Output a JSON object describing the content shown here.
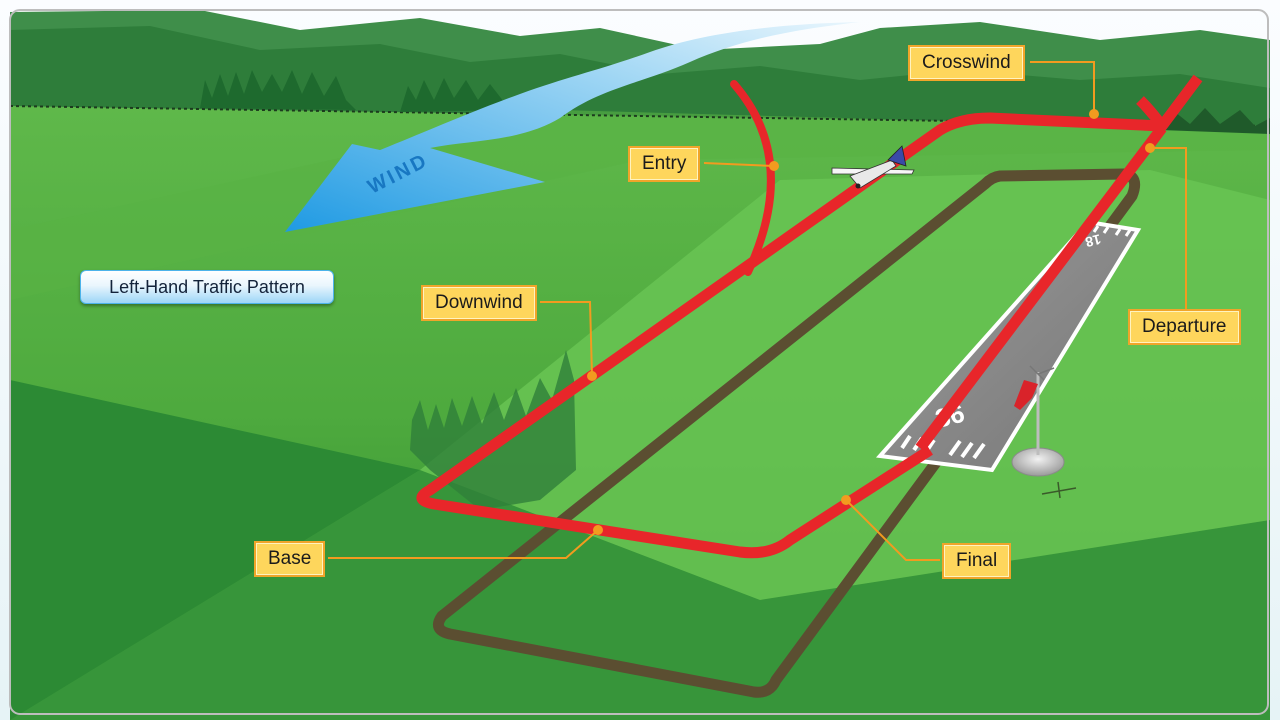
{
  "diagram": {
    "title": "Left-Hand Traffic Pattern",
    "labels": {
      "crosswind": "Crosswind",
      "entry": "Entry",
      "downwind": "Downwind",
      "departure": "Departure",
      "base": "Base",
      "final": "Final"
    },
    "wind_label": "WIND",
    "runway_numbers": {
      "near": "36",
      "far": "18"
    }
  },
  "colors": {
    "pattern_path": "#e8262a",
    "ground_track": "#5b4e31",
    "callout_fill": "#fed65c",
    "callout_border": "#f0a52a",
    "leader_line": "#f29b1f",
    "wind_arrow": "#2aa4e8",
    "grass_light": "#69c351",
    "grass_dark": "#2f8f35",
    "runway": "#8a8a8a"
  }
}
